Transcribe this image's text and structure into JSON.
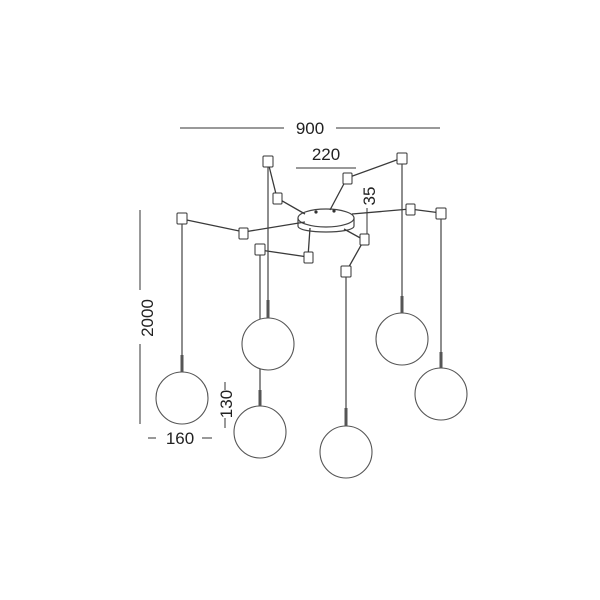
{
  "dimensions": {
    "width_total": "900",
    "canopy_diameter": "220",
    "canopy_height": "35",
    "drop_height": "2000",
    "globe_height": "130",
    "globe_diameter": "160"
  }
}
